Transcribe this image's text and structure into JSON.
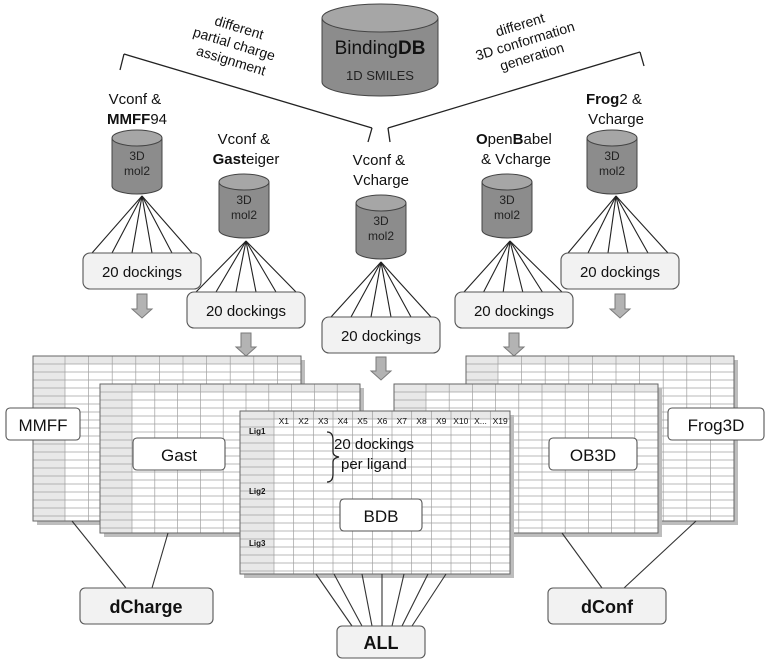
{
  "source_db": {
    "name_prefix": "Binding",
    "name_suffix": "DB",
    "subtitle": "1D SMILES"
  },
  "branch_labels": {
    "left": [
      "different",
      "partial charge",
      "assignment"
    ],
    "right": [
      "different",
      "3D conformation",
      "generation"
    ]
  },
  "cylinder_label": [
    "3D",
    "mol2"
  ],
  "dockings_label": "20 dockings",
  "methods": [
    {
      "id": "mmff",
      "line1": [
        {
          "t": "Vconf &",
          "b": false
        }
      ],
      "line2": [
        {
          "t": "MMFF",
          "b": true
        },
        {
          "t": "94",
          "b": false
        }
      ]
    },
    {
      "id": "gast",
      "line1": [
        {
          "t": "Vconf &",
          "b": false
        }
      ],
      "line2": [
        {
          "t": "Gast",
          "b": true
        },
        {
          "t": "eiger",
          "b": false
        }
      ]
    },
    {
      "id": "vcharge",
      "line1": [
        {
          "t": "Vconf &",
          "b": false
        }
      ],
      "line2": [
        {
          "t": "Vcharge",
          "b": false
        }
      ]
    },
    {
      "id": "openbabel",
      "line1": [
        {
          "t": "O",
          "b": true
        },
        {
          "t": "pen",
          "b": false
        },
        {
          "t": "B",
          "b": true
        },
        {
          "t": "abel",
          "b": false
        }
      ],
      "line2": [
        {
          "t": "& Vcharge",
          "b": false
        }
      ]
    },
    {
      "id": "frog",
      "line1": [
        {
          "t": "Frog",
          "b": true
        },
        {
          "t": "2 &",
          "b": false
        }
      ],
      "line2": [
        {
          "t": "Vcharge",
          "b": false
        }
      ]
    }
  ],
  "table_labels": {
    "mmff": "MMFF",
    "gast": "Gast",
    "bdb": "BDB",
    "ob3d": "OB3D",
    "frog3d": "Frog3D"
  },
  "table_columns": [
    "X1",
    "X2",
    "X3",
    "X4",
    "X5",
    "X6",
    "X7",
    "X8",
    "X9",
    "X10",
    "X...",
    "X19"
  ],
  "table_rows": [
    "Lig1",
    "Lig2",
    "Lig3"
  ],
  "brace_note": [
    "20 dockings",
    "per ligand"
  ],
  "groups": {
    "dcharge": "dCharge",
    "all": "ALL",
    "dconf": "dConf"
  }
}
